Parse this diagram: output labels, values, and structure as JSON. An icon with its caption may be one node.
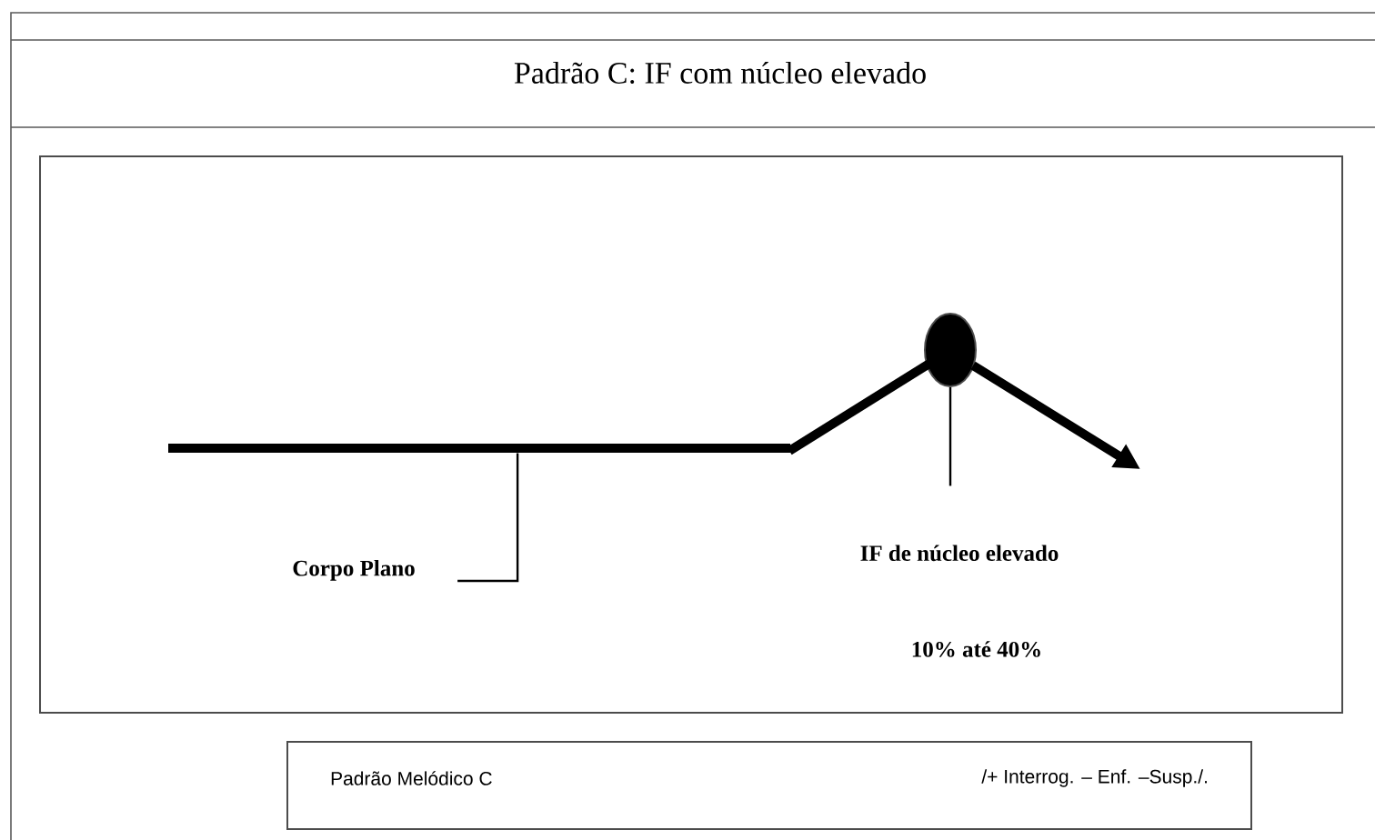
{
  "diagram": {
    "title": "Padrão C: IF com núcleo elevado",
    "nodes": [
      {
        "text": [],
        "shape": "box"
      },
      {
        "text": [],
        "shape": "bar",
        "in": 0
      },
      {
        "text": [],
        "shape": "circle",
        "in": 0
      },
      {
        "text": [
          "Corpo Plano"
        ],
        "in": 0
      },
      {
        "text": [
          "IF de núcleo elevado"
        ],
        "in": 0
      },
      {
        "text": [
          "Padrão Melódico C",
          "/+ Interrog. – Enf. –Susp./."
        ]
      }
    ],
    "edges": [
      {
        "from": 3,
        "to": 1,
        "arrow": "none"
      },
      {
        "from": 4,
        "to": 2,
        "arrow": "none"
      }
    ],
    "labels": [
      "10% até 40%"
    ]
  }
}
